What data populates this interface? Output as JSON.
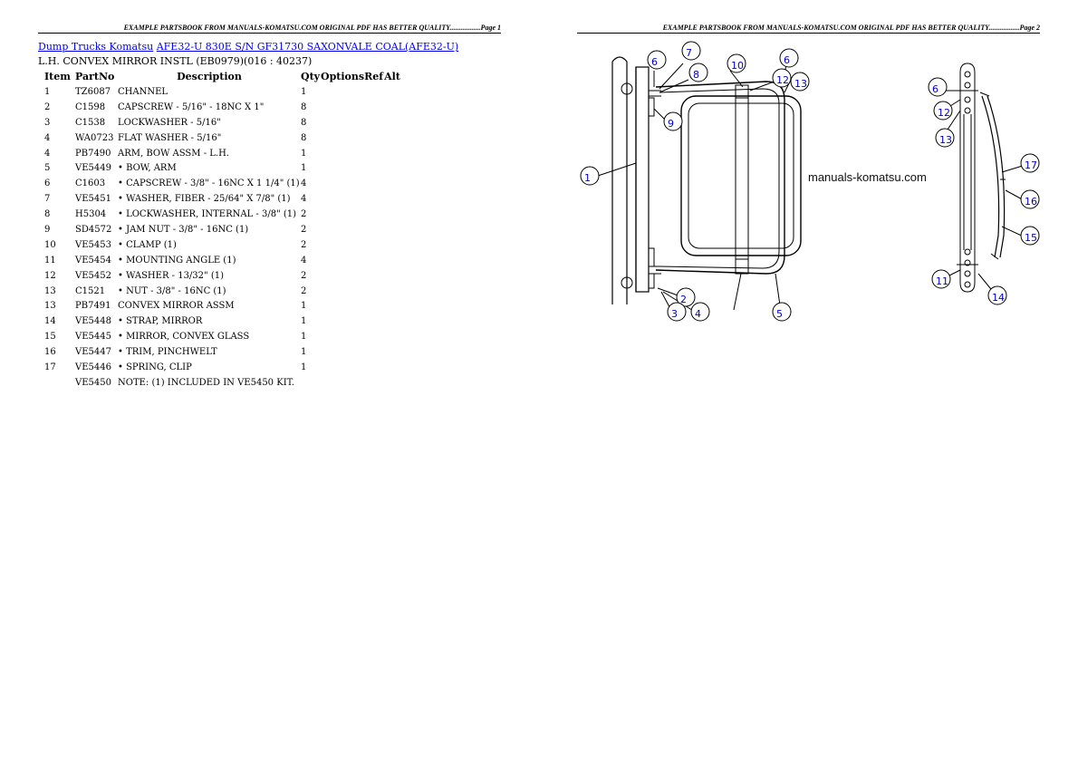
{
  "header": {
    "page1": "EXAMPLE PARTSBOOK FROM MANUALS-KOMATSU.COM ORIGINAL PDF HAS BETTER QUALITY.................Page 1",
    "page2": "EXAMPLE PARTSBOOK FROM MANUALS-KOMATSU.COM ORIGINAL PDF HAS BETTER QUALITY.................Page 2"
  },
  "breadcrumb": {
    "link1": "Dump Trucks Komatsu",
    "link2": "AFE32-U 830E S/N GF31730 SAXONVALE COAL(AFE32-U)"
  },
  "subtitle": "L.H. CONVEX MIRROR INSTL (EB0979)(016 : 40237)",
  "table": {
    "columns": [
      "Item",
      "PartNo",
      "Description",
      "Qty",
      "Options",
      "Ref",
      "Alt"
    ],
    "rows": [
      {
        "item": "1",
        "part": "TZ6087",
        "desc": "CHANNEL",
        "qty": "1"
      },
      {
        "item": "2",
        "part": "C1598",
        "desc": "CAPSCREW - 5/16\" - 18NC X 1\"",
        "qty": "8"
      },
      {
        "item": "3",
        "part": "C1538",
        "desc": "LOCKWASHER - 5/16\"",
        "qty": "8"
      },
      {
        "item": "4",
        "part": "WA0723",
        "desc": "FLAT WASHER - 5/16\"",
        "qty": "8"
      },
      {
        "item": "4",
        "part": "PB7490",
        "desc": "ARM, BOW ASSM - L.H.",
        "qty": "1"
      },
      {
        "item": "5",
        "part": "VE5449",
        "desc": "• BOW, ARM",
        "qty": "1"
      },
      {
        "item": "6",
        "part": "C1603",
        "desc": "• CAPSCREW - 3/8\" - 16NC X 1 1/4\" (1)",
        "qty": "4"
      },
      {
        "item": "7",
        "part": "VE5451",
        "desc": "• WASHER, FIBER - 25/64\" X 7/8\" (1)",
        "qty": "4"
      },
      {
        "item": "8",
        "part": "H5304",
        "desc": "• LOCKWASHER, INTERNAL - 3/8\" (1)",
        "qty": "2"
      },
      {
        "item": "9",
        "part": "SD4572",
        "desc": "• JAM NUT - 3/8\" - 16NC (1)",
        "qty": "2"
      },
      {
        "item": "10",
        "part": "VE5453",
        "desc": "• CLAMP (1)",
        "qty": "2"
      },
      {
        "item": "11",
        "part": "VE5454",
        "desc": "• MOUNTING ANGLE (1)",
        "qty": "4"
      },
      {
        "item": "12",
        "part": "VE5452",
        "desc": "• WASHER - 13/32\" (1)",
        "qty": "2"
      },
      {
        "item": "13",
        "part": "C1521",
        "desc": "• NUT - 3/8\" - 16NC (1)",
        "qty": "2"
      },
      {
        "item": "13",
        "part": "PB7491",
        "desc": "CONVEX MIRROR ASSM",
        "qty": "1"
      },
      {
        "item": "14",
        "part": "VE5448",
        "desc": "• STRAP, MIRROR",
        "qty": "1"
      },
      {
        "item": "15",
        "part": "VE5445",
        "desc": "• MIRROR, CONVEX GLASS",
        "qty": "1"
      },
      {
        "item": "16",
        "part": "VE5447",
        "desc": "• TRIM, PINCHWELT",
        "qty": "1"
      },
      {
        "item": "17",
        "part": "VE5446",
        "desc": "• SPRING, CLIP",
        "qty": "1"
      },
      {
        "item": "",
        "part": "VE5450",
        "desc": "NOTE: (1) INCLUDED IN VE5450 KIT.",
        "qty": ""
      }
    ]
  },
  "diagram": {
    "watermark": "manuals-komatsu.com",
    "callouts": [
      "1",
      "2",
      "3",
      "4",
      "5",
      "6",
      "7",
      "8",
      "9",
      "10",
      "12",
      "6",
      "13",
      "6",
      "12",
      "13",
      "17",
      "16",
      "15",
      "11",
      "14"
    ]
  },
  "colors": {
    "link": "#0000ee",
    "callout": "#0000cc"
  }
}
